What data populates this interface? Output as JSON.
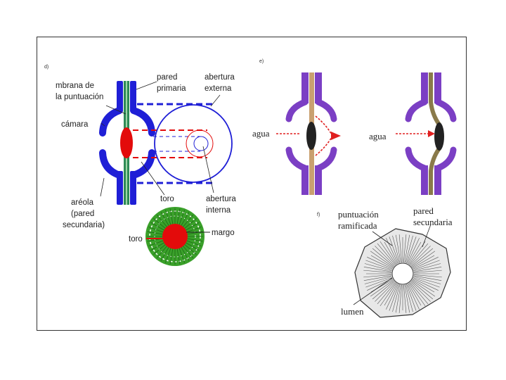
{
  "panels": {
    "d": {
      "marker": "d)",
      "labels": {
        "membrane_line1": "mbrana de",
        "membrane_line2": "la puntuación",
        "chamber": "cámara",
        "primary_wall_line1": "pared",
        "primary_wall_line2": "primaria",
        "outer_aperture_line1": "abertura",
        "outer_aperture_line2": "externa",
        "torus": "toro",
        "inner_aperture_line1": "abertura",
        "inner_aperture_line2": "interna",
        "areola_line1": "aréola",
        "areola_line2": "(pared",
        "areola_line3": "secundaria)",
        "torus_bottom": "toro",
        "margo": "margo"
      }
    },
    "e": {
      "marker": "e)",
      "water_left": "agua",
      "water_right": "agua"
    },
    "f": {
      "marker": "f)",
      "ramified_line1": "puntuación",
      "ramified_line2": "ramificada",
      "secondary_wall_line1": "pared",
      "secondary_wall_line2": "secundaria",
      "lumen": "lumen"
    }
  },
  "colors": {
    "wall_blue": "#1f1fd6",
    "membrane_green": "#2e8b57",
    "torus_red": "#e30b0b",
    "margo_green": "#3aa02a",
    "purple_wall": "#7b3fc4",
    "tan_membrane": "#c9a070",
    "arrow_red": "#e02020"
  }
}
